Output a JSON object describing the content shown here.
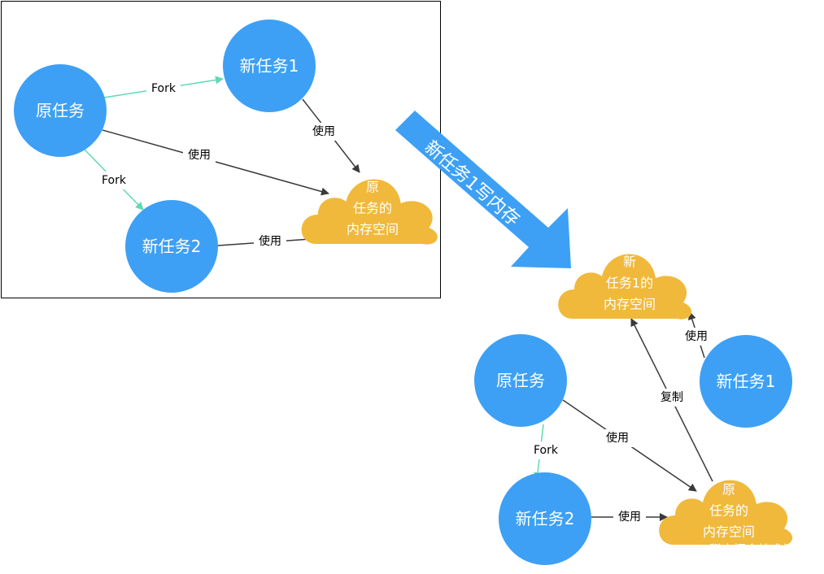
{
  "colors": {
    "node_fill": "#3da0f5",
    "cloud_fill": "#f0b93b",
    "fork_edge": "#5fd9b4",
    "use_edge": "#3a3a3a",
    "banner": "#3da0f5",
    "frame": "#000000"
  },
  "left_panel": {
    "original_task": "原任务",
    "new_task_1": "新任务1",
    "new_task_2": "新任务2",
    "cloud_lines": [
      "原",
      "任务的",
      "内存空间"
    ],
    "edge_fork_1": "Fork",
    "edge_fork_2": "Fork",
    "edge_use_orig": "使用",
    "edge_use_new1": "使用",
    "edge_use_new2": "使用"
  },
  "transition_arrow": {
    "label": "新任务1写内存"
  },
  "right_panel": {
    "original_task": "原任务",
    "new_task_1": "新任务1",
    "new_task_2": "新任务2",
    "new_cloud_lines": [
      "新",
      "任务1的",
      "内存空间"
    ],
    "orig_cloud_lines": [
      "原",
      "任务的",
      "内存空间"
    ],
    "edge_fork": "Fork",
    "edge_use_orig": "使用",
    "edge_use_new2": "使用",
    "edge_use_new1": "使用",
    "edge_copy": "复制"
  },
  "watermark": "@稀土掘金技术社区"
}
